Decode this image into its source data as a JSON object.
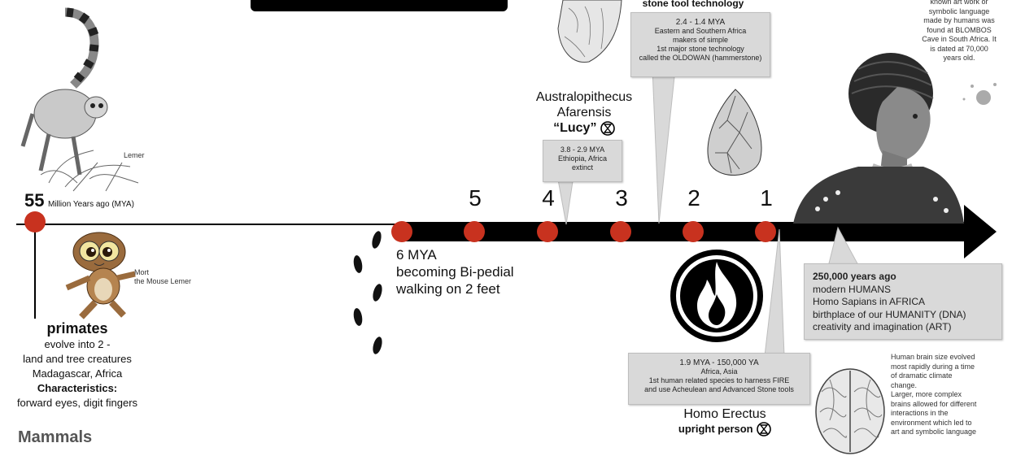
{
  "top_box": {
    "title": "stone tool technology"
  },
  "lemur": {
    "label": "Lemer"
  },
  "start": {
    "number": "55",
    "unit": "Million Years ago (MYA)"
  },
  "mort": {
    "line1": "Mort",
    "line2": "the Mouse Lemer"
  },
  "primates": {
    "title": "primates",
    "lines": [
      "evolve into 2 -",
      "land and tree creatures",
      "Madagascar, Africa"
    ],
    "char_title": "Characteristics:",
    "char_text": "forward eyes, digit fingers"
  },
  "mammals": "Mammals",
  "bipedal": {
    "line1": "6 MYA",
    "line2": "becoming Bi-pedial",
    "line3": "walking on 2 feet"
  },
  "milestones": [
    "5",
    "4",
    "3",
    "2",
    "1"
  ],
  "lucy": {
    "line1": "Australopithecus",
    "line2": "Afarensis",
    "name": "“Lucy”"
  },
  "lucy_box": {
    "line1": "3.8 - 2.9 MYA",
    "line2": "Ethiopia, Africa",
    "line3": "extinct"
  },
  "oldowan_box": {
    "line1": "2.4 - 1.4 MYA",
    "line2": "Eastern and Southern Africa",
    "line3": "makers of simple",
    "line4": "1st major stone technology",
    "line5": "called the OLDOWAN (hammerstone)"
  },
  "art_note": {
    "lines": [
      "known art work or",
      "symbolic language",
      "made by humans was",
      "found at BLOMBOS",
      "Cave in South Africa. It",
      "is dated at 70,000",
      "years old."
    ]
  },
  "humans_box": {
    "title": "250,000 years ago",
    "lines": [
      "modern HUMANS",
      "Homo Sapians in AFRICA",
      "birthplace of our HUMANITY (DNA)",
      "creativity and imagination (ART)"
    ]
  },
  "fire_box": {
    "line1": "1.9 MYA - 150,000 YA",
    "line2": "Africa, Asia",
    "line3": "1st human related species to harness FIRE",
    "line4": "and use Acheulean and Advanced Stone tools"
  },
  "erectus": {
    "line1": "Homo Erectus",
    "line2": "upright person"
  },
  "brain_note": {
    "lines": [
      "Human brain size evolved",
      "most rapidly during  a time",
      "of dramatic climate",
      "change.",
      "Larger, more complex",
      "brains allowed for different",
      "interactions  in the",
      "environment  which led to",
      "art and symbolic language"
    ]
  },
  "colors": {
    "dot": "#c8321f",
    "callout": "#d9d9d9",
    "arrow": "#000000"
  }
}
